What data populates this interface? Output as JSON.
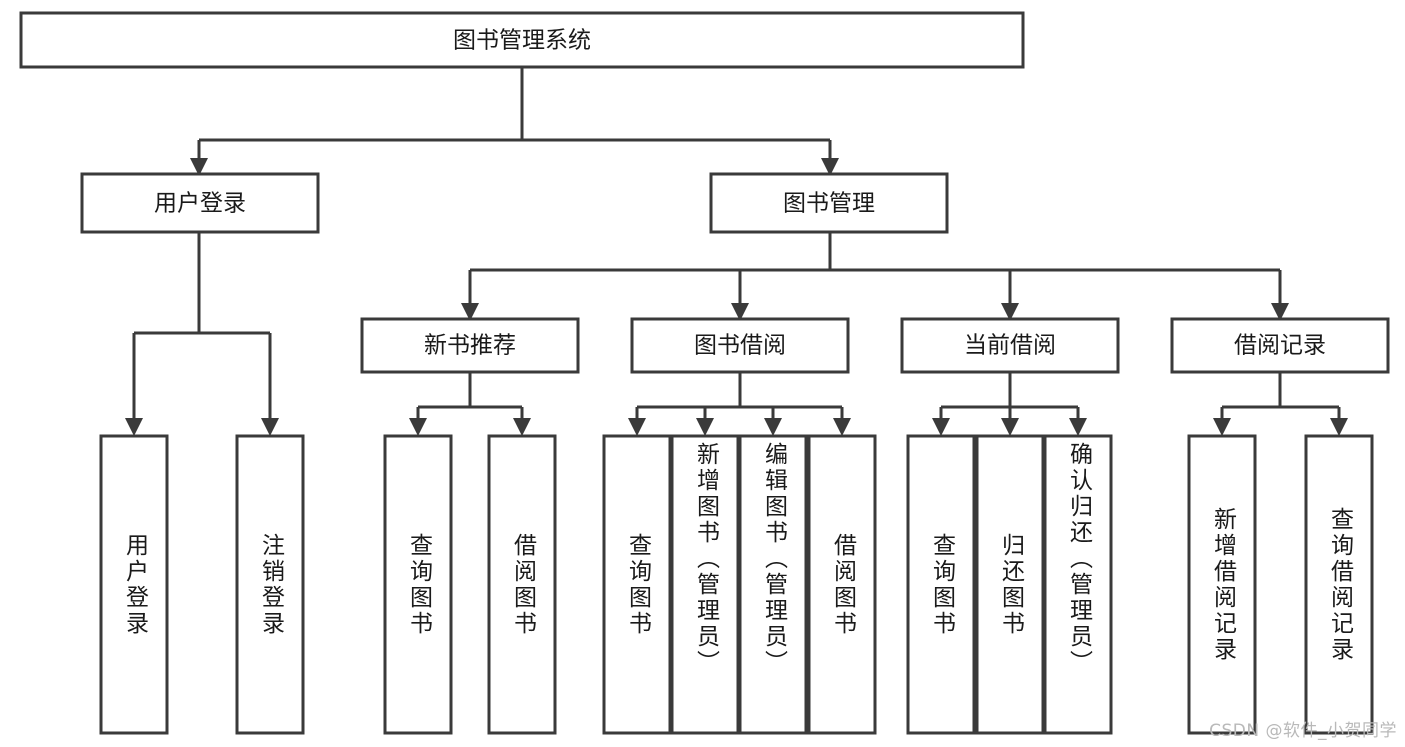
{
  "diagram": {
    "type": "tree-hierarchy",
    "title": "图书管理系统",
    "watermark": "CSDN @软件_小贺同学",
    "colors": {
      "box_stroke": "#3a3a3a",
      "box_fill": "#ffffff",
      "text": "#1a1a1a",
      "background": "#ffffff",
      "watermark": "#b9b9b9"
    },
    "levels": {
      "root": "图书管理系统",
      "level2": [
        "用户登录",
        "图书管理"
      ],
      "level3": [
        "新书推荐",
        "图书借阅",
        "当前借阅",
        "借阅记录"
      ]
    },
    "nodes": {
      "root": {
        "label": "图书管理系统",
        "orientation": "horizontal"
      },
      "user_login": {
        "label": "用户登录",
        "orientation": "horizontal"
      },
      "book_manage": {
        "label": "图书管理",
        "orientation": "horizontal"
      },
      "new_book_rec": {
        "label": "新书推荐",
        "orientation": "horizontal"
      },
      "book_borrow": {
        "label": "图书借阅",
        "orientation": "horizontal"
      },
      "current_borrow": {
        "label": "当前借阅",
        "orientation": "horizontal"
      },
      "borrow_record": {
        "label": "借阅记录",
        "orientation": "horizontal"
      },
      "leaf_1": {
        "label": "用户登录",
        "orientation": "vertical"
      },
      "leaf_2": {
        "label": "注销登录",
        "orientation": "vertical"
      },
      "leaf_3": {
        "label": "查询图书",
        "orientation": "vertical"
      },
      "leaf_4": {
        "label": "借阅图书",
        "orientation": "vertical"
      },
      "leaf_5": {
        "label": "查询图书",
        "orientation": "vertical"
      },
      "leaf_6": {
        "label": "新增图书（管理员）",
        "orientation": "vertical"
      },
      "leaf_7": {
        "label": "编辑图书（管理员）",
        "orientation": "vertical"
      },
      "leaf_8": {
        "label": "借阅图书",
        "orientation": "vertical"
      },
      "leaf_9": {
        "label": "查询图书",
        "orientation": "vertical"
      },
      "leaf_10": {
        "label": "归还图书",
        "orientation": "vertical"
      },
      "leaf_11": {
        "label": "确认归还（管理员）",
        "orientation": "vertical"
      },
      "leaf_12": {
        "label": "新增借阅记录",
        "orientation": "vertical"
      },
      "leaf_13": {
        "label": "查询借阅记录",
        "orientation": "vertical"
      }
    },
    "edges": [
      {
        "from": "root",
        "to": "user_login"
      },
      {
        "from": "root",
        "to": "book_manage"
      },
      {
        "from": "user_login",
        "to": "leaf_1"
      },
      {
        "from": "user_login",
        "to": "leaf_2"
      },
      {
        "from": "book_manage",
        "to": "new_book_rec"
      },
      {
        "from": "book_manage",
        "to": "book_borrow"
      },
      {
        "from": "book_manage",
        "to": "current_borrow"
      },
      {
        "from": "book_manage",
        "to": "borrow_record"
      },
      {
        "from": "new_book_rec",
        "to": "leaf_3"
      },
      {
        "from": "new_book_rec",
        "to": "leaf_4"
      },
      {
        "from": "book_borrow",
        "to": "leaf_5"
      },
      {
        "from": "book_borrow",
        "to": "leaf_6"
      },
      {
        "from": "book_borrow",
        "to": "leaf_7"
      },
      {
        "from": "book_borrow",
        "to": "leaf_8"
      },
      {
        "from": "current_borrow",
        "to": "leaf_9"
      },
      {
        "from": "current_borrow",
        "to": "leaf_10"
      },
      {
        "from": "current_borrow",
        "to": "leaf_11"
      },
      {
        "from": "borrow_record",
        "to": "leaf_12"
      },
      {
        "from": "borrow_record",
        "to": "leaf_13"
      }
    ]
  }
}
